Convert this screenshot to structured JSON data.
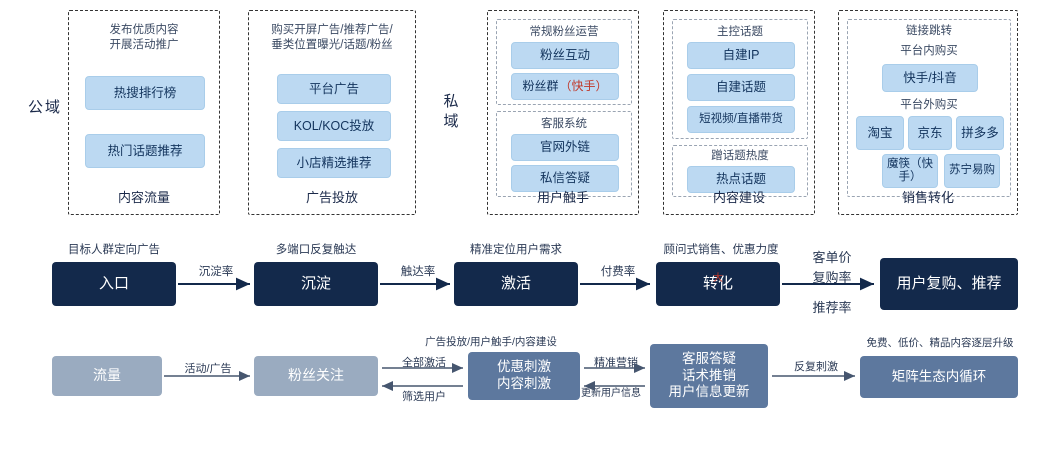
{
  "side_labels": {
    "public": "公域",
    "private": "私域"
  },
  "groups": [
    {
      "caption": "内容流量",
      "hint": "发布优质内容\n开展活动推广",
      "pills": [
        "热搜排行榜",
        "热门话题推荐"
      ]
    },
    {
      "caption": "广告投放",
      "hint": "购买开屏广告/推荐广告/\n垂类位置曝光/话题/粉丝",
      "pills": [
        "平台广告",
        "KOL/KOC投放",
        "小店精选推荐"
      ]
    },
    {
      "caption": "用户触手",
      "sub": [
        {
          "hint": "常规粉丝运营",
          "pills": [
            "粉丝互动",
            "粉丝群（快手）"
          ]
        },
        {
          "hint": "客服系统",
          "pills": [
            "官网外链",
            "私信答疑"
          ]
        }
      ]
    },
    {
      "caption": "内容建设",
      "sub": [
        {
          "hint": "主控话题",
          "pills": [
            "自建IP",
            "自建话题",
            "短视频/直播带货"
          ]
        },
        {
          "hint": "蹭话题热度",
          "pills": [
            "热点话题"
          ]
        }
      ]
    },
    {
      "caption": "销售转化",
      "sub": [
        {
          "hint": "链接跳转",
          "pills": []
        },
        {
          "hint": "平台内购买",
          "pills": [
            "快手/抖音"
          ]
        },
        {
          "hint": "平台外购买",
          "pills": [
            "淘宝",
            "京东",
            "拼多多",
            "魔筷（快手）",
            "苏宁易购"
          ]
        }
      ]
    }
  ],
  "flow_top": {
    "nodes": [
      "入口",
      "沉淀",
      "激活",
      "转化",
      "用户复购、推荐"
    ],
    "arrow_labels_below": [
      "沉淀率",
      "触达率",
      "付费率"
    ],
    "arrow_labels_above": [
      "目标人群定向广告",
      "多端口反复触达",
      "精准定位用户需求",
      "顾问式销售、优惠力度"
    ],
    "transition_node_label": "大",
    "right_labels": [
      "客单价",
      "复购率",
      "推荐率"
    ]
  },
  "flow_bottom": {
    "nodes": [
      "流量",
      "粉丝关注",
      "优惠刺激\n内容刺激",
      "客服答疑\n话术推销\n用户信息更新",
      "矩阵生态内循环"
    ],
    "labels": {
      "l1": "活动/广告",
      "l2_above": "广告投放/用户触手/内容建设",
      "l2_top": "全部激活",
      "l2_bottom": "筛选用户",
      "l3_above": "精准营销",
      "l3_bottom": "更新用户信息",
      "l4": "反复刺激",
      "l5_above": "免费、低价、精品内容逐层升级"
    }
  }
}
